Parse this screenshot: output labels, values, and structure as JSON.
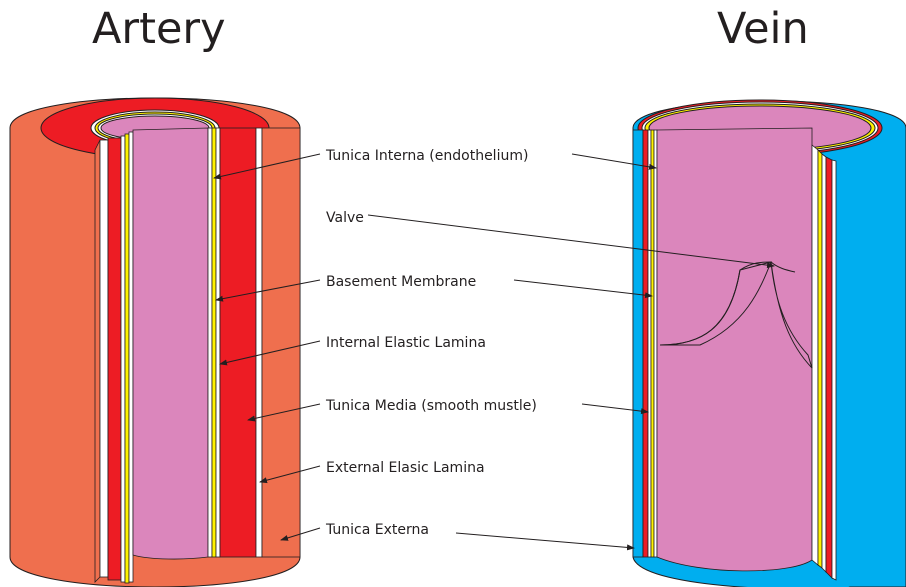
{
  "titles": {
    "artery": "Artery",
    "vein": "Vein"
  },
  "labels": [
    "Tunica Interna (endothelium)",
    "Valve",
    "Basement Membrane",
    "Internal Elastic Lamina",
    "Tunica Media (smooth mustle)",
    "External Elasic Lamina",
    "Tunica Externa"
  ],
  "colors": {
    "externa": "#ef6f4e",
    "media": "#ed1c24",
    "elastic": "#ffffff",
    "basement": "#fff200",
    "lumen": "#db86bc",
    "vein_externa": "#00aeef",
    "outline": "#231f20"
  }
}
